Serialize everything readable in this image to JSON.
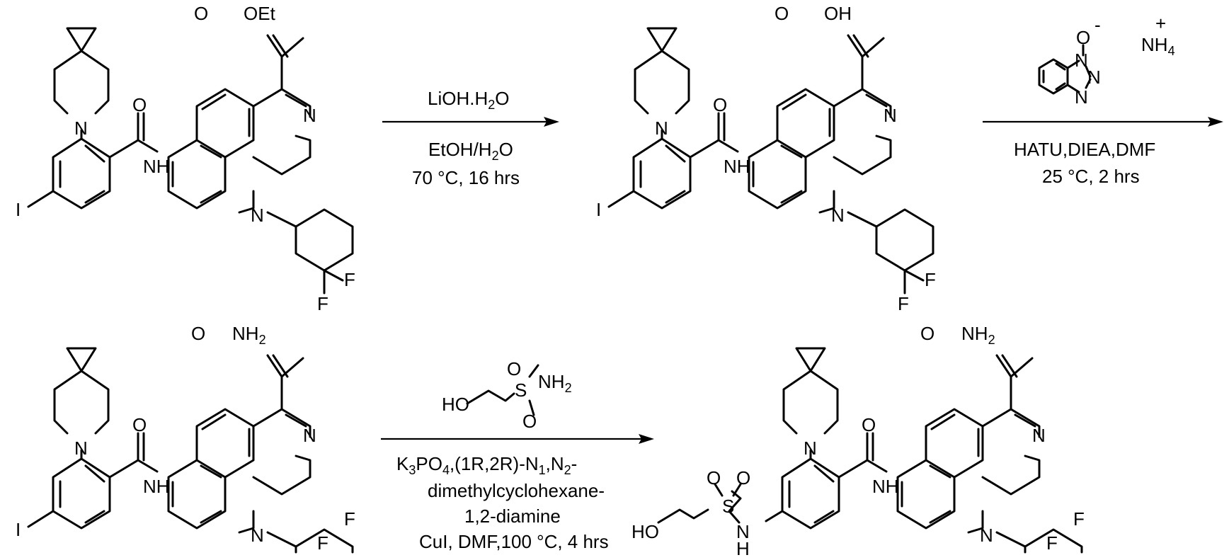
{
  "atoms": {
    "N": "N",
    "O": "O",
    "H": "H",
    "I": "I",
    "F": "F",
    "S": "S",
    "NH": "NH",
    "OH": "OH",
    "HO": "HO",
    "OEt": "OEt",
    "NH2_main": "NH",
    "NH2_sub": "2",
    "NH4_main": "NH",
    "NH4_sub": "4",
    "charge_minus": "-",
    "charge_plus": "+"
  },
  "reactions": [
    {
      "reagent_top_main": "LiOH.H",
      "reagent_top_sub": "2",
      "reagent_top_end": "O",
      "solvent_main": "EtOH/H",
      "solvent_sub": "2",
      "solvent_end": "O",
      "conditions": "70 °C, 16 hrs"
    },
    {
      "reagent_line": "HATU,DIEA,DMF",
      "conditions": "25 °C, 2 hrs"
    },
    {
      "line1_a": "K",
      "line1_b": "3",
      "line1_c": "PO",
      "line1_d": "4",
      "line1_e": ",(1R,2R)-N",
      "line1_f": "1",
      "line1_g": ",N",
      "line1_h": "2",
      "line1_i": "-",
      "line2": "dimethylcyclohexane-",
      "line3": "1,2-diamine",
      "line4": "CuI, DMF,100 °C, 4 hrs"
    }
  ]
}
